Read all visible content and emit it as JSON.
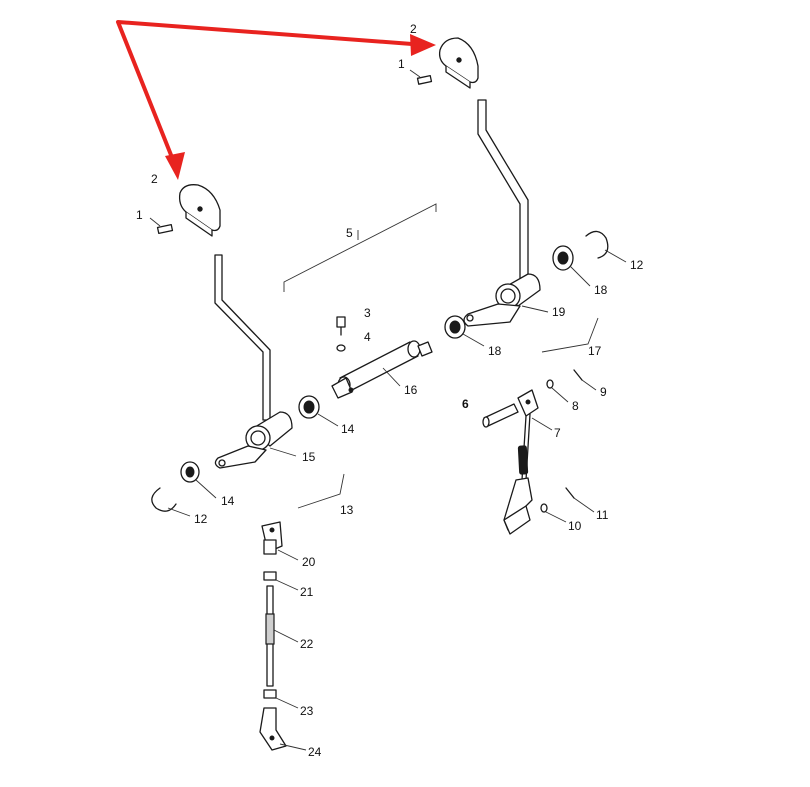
{
  "diagram": {
    "labels": {
      "n1_left": "1",
      "n2_left": "2",
      "n1_right": "1",
      "n2_right": "2",
      "n3": "3",
      "n4": "4",
      "n5": "5",
      "n6": "6",
      "n7": "7",
      "n8": "8",
      "n9": "9",
      "n10": "10",
      "n11": "11",
      "n12_right": "12",
      "n12_left": "12",
      "n13": "13",
      "n14_mid": "14",
      "n14_left": "14",
      "n15": "15",
      "n16": "16",
      "n17": "17",
      "n18_right": "18",
      "n18_mid": "18",
      "n19": "19",
      "n20": "20",
      "n21": "21",
      "n22": "22",
      "n23": "23",
      "n24": "24"
    },
    "colors": {
      "highlight_arrow": "#e8231f",
      "line": "#1a1a1a",
      "background": "#ffffff"
    }
  }
}
